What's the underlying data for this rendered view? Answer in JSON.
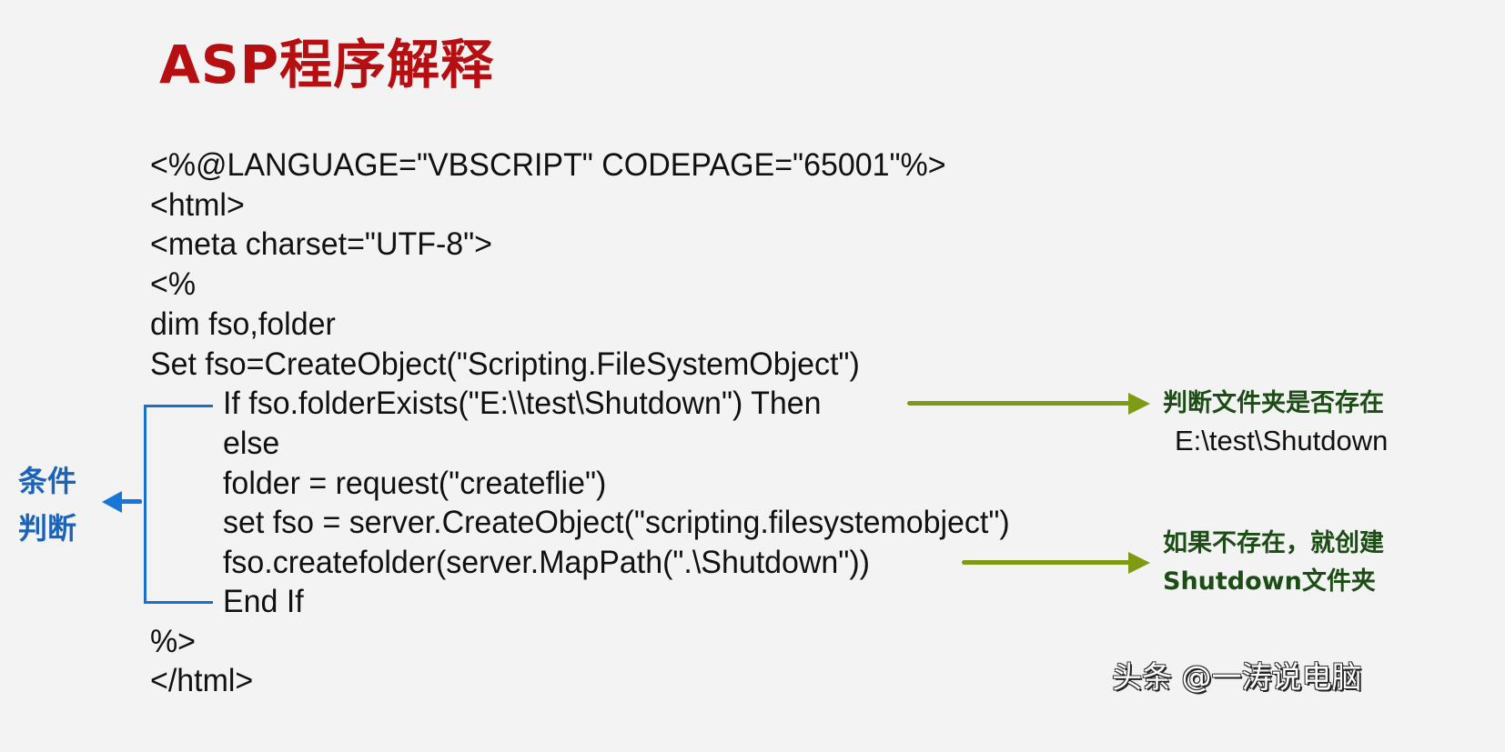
{
  "slide": {
    "title": "ASP程序解释",
    "colors": {
      "background": "#f3f3f3",
      "title": "#b50f12",
      "code": "#111111",
      "bracket": "#1c6fc9",
      "condition_label": "#1a63b8",
      "green_arrow": "#7f9a13",
      "note_text": "#1b4d14"
    }
  },
  "code": {
    "lines": [
      "<%@LANGUAGE=\"VBSCRIPT\" CODEPAGE=\"65001\"%>",
      "<html>",
      "<meta charset=\"UTF-8\">",
      "<%",
      "dim fso,folder",
      "Set fso=CreateObject(\"Scripting.FileSystemObject\")",
      "If fso.folderExists(\"E:\\\\test\\Shutdown\") Then",
      "else",
      "folder = request(\"createflie\")",
      "set fso = server.CreateObject(\"scripting.filesystemobject\")",
      "fso.createfolder(server.MapPath(\".\\Shutdown\"))",
      "End If",
      "%>",
      "</html>"
    ]
  },
  "condition_label": {
    "line1": "条件",
    "line2": "判断",
    "icon": "left-arrow-icon"
  },
  "notes": [
    {
      "line1": "判断文件夹是否存在",
      "line2": "E:\\test\\Shutdown",
      "icon": "right-arrow-icon"
    },
    {
      "line1": "如果不存在，就创建",
      "line2": "Shutdown文件夹",
      "icon": "right-arrow-icon"
    }
  ],
  "watermark": "头条 @一涛说电脑"
}
